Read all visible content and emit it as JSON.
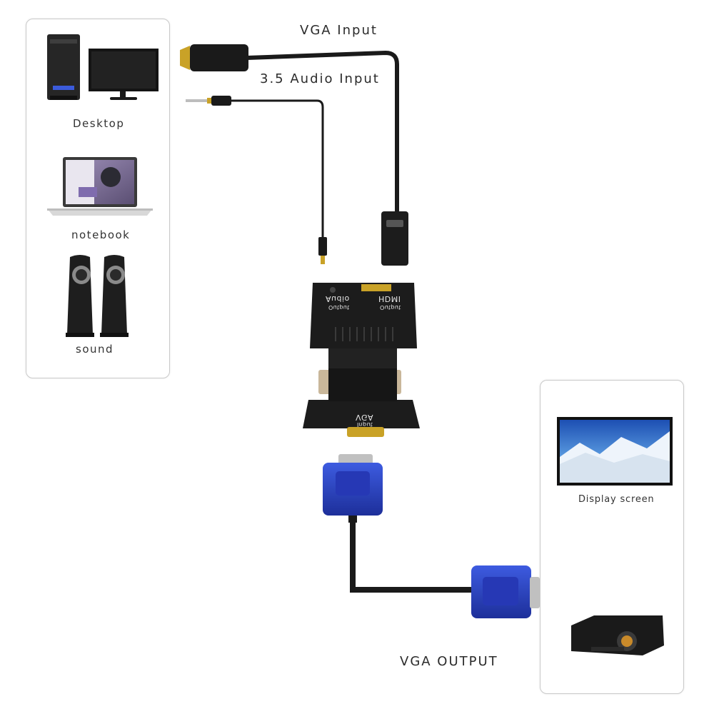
{
  "sources": {
    "desktop": "Desktop",
    "notebook": "notebook",
    "sound": "sound"
  },
  "inputs": {
    "vga_input": "VGA Input",
    "audio_input": "3.5 Audio Input"
  },
  "adapter": {
    "audio_label": "Audio",
    "audio_sub": "Output",
    "hdmi_label": "HDMI",
    "hdmi_sub": "Output",
    "vga_label": "VGA",
    "vga_sub": "Input"
  },
  "outputs": {
    "display": "Display screen",
    "vga_output": "VGA OUTPUT"
  },
  "colors": {
    "cable": "#1a1a1a",
    "vga_blue": "#2a45c8",
    "adapter": "#1c1c1c",
    "gold": "#c9a227"
  },
  "icons": [
    "desktop-tower-icon",
    "monitor-icon",
    "laptop-icon",
    "speakers-icon",
    "hdmi-plug-icon",
    "audio-jack-icon",
    "adapter-icon",
    "vga-connector-icon",
    "tv-icon",
    "projector-icon"
  ]
}
